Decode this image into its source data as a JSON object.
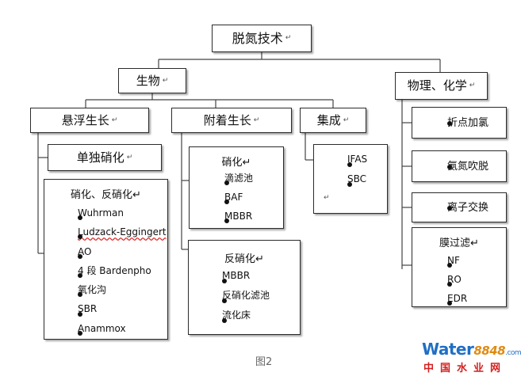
{
  "root": {
    "label": "脱氮技术",
    "mark": "↵"
  },
  "level1": {
    "bio": {
      "label": "生物",
      "mark": "↵"
    },
    "physchem": {
      "label": "物理、化学",
      "mark": "↵"
    }
  },
  "level2": {
    "suspended": {
      "label": "悬浮生长",
      "mark": "↵"
    },
    "attached": {
      "label": "附着生长",
      "mark": "↵"
    },
    "integrated": {
      "label": "集成",
      "mark": "↵"
    }
  },
  "suspended": {
    "single": {
      "label": "单独硝化",
      "mark": "↵"
    },
    "combined": {
      "heading": "硝化、反硝化",
      "mark": "↵",
      "items": [
        "Wuhrman",
        "Ludzack-Eggingert",
        "AO",
        "4 段 Bardenpho",
        "氧化沟",
        "SBR",
        "Anammox"
      ]
    }
  },
  "attached": {
    "nitrification": {
      "heading": "硝化",
      "mark": "↵",
      "items": [
        "滴滤池",
        "BAF",
        "MBBR"
      ]
    },
    "denitrification": {
      "heading": "反硝化",
      "mark": "↵",
      "items": [
        "MBBR",
        "反硝化滤池",
        "流化床"
      ]
    }
  },
  "integrated": {
    "items": [
      "IFAS",
      "SBC"
    ],
    "mark": "↵"
  },
  "physchem": {
    "breakpoint": "折点加氯",
    "stripping": "氨氮吹脱",
    "ion_exchange": "离子交换",
    "membrane": {
      "heading": "膜过滤",
      "mark": "↵",
      "items": [
        "NF",
        "RO",
        "EDR"
      ]
    }
  },
  "caption": "图2",
  "watermark": {
    "brand": "Water",
    "number": "8848",
    "domain": ".com",
    "chinese": "中国水业网"
  }
}
